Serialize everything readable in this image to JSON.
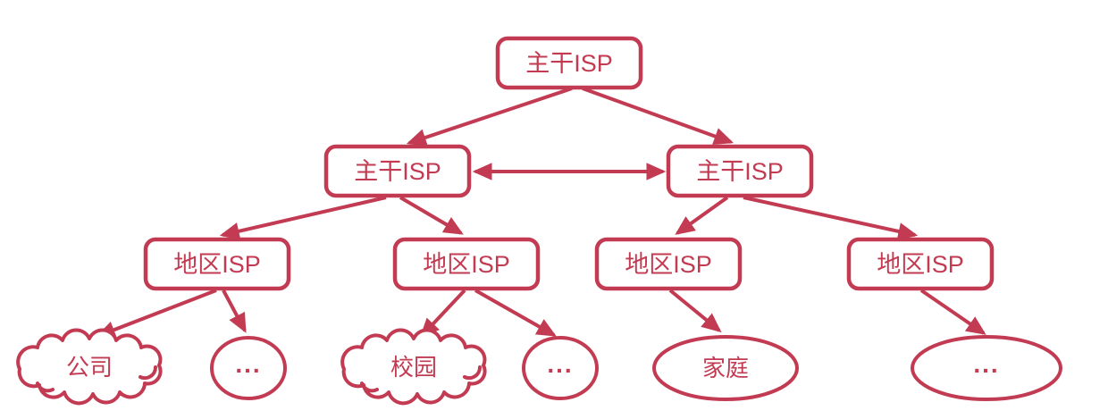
{
  "diagram": {
    "title": "ISP hierarchy diagram",
    "accent_color": "#c23b52",
    "background_color": "#ffffff",
    "nodes": {
      "backbone_top": "主干ISP",
      "backbone_left": "主干ISP",
      "backbone_right": "主干ISP",
      "regional_1": "地区ISP",
      "regional_2": "地区ISP",
      "regional_3": "地区ISP",
      "regional_4": "地区ISP",
      "leaf_company": "公司",
      "leaf_dots_1": "...",
      "leaf_campus": "校园",
      "leaf_dots_2": "...",
      "leaf_home": "家庭",
      "leaf_dots_3": "..."
    },
    "edges": [
      {
        "from": "backbone_top",
        "to": "backbone_left",
        "direction": "one-way"
      },
      {
        "from": "backbone_top",
        "to": "backbone_right",
        "direction": "one-way"
      },
      {
        "from": "backbone_left",
        "to": "backbone_right",
        "direction": "two-way"
      },
      {
        "from": "backbone_left",
        "to": "regional_1",
        "direction": "one-way"
      },
      {
        "from": "backbone_left",
        "to": "regional_2",
        "direction": "one-way"
      },
      {
        "from": "backbone_right",
        "to": "regional_3",
        "direction": "one-way"
      },
      {
        "from": "backbone_right",
        "to": "regional_4",
        "direction": "one-way"
      },
      {
        "from": "regional_1",
        "to": "leaf_company",
        "direction": "one-way"
      },
      {
        "from": "regional_1",
        "to": "leaf_dots_1",
        "direction": "one-way"
      },
      {
        "from": "regional_2",
        "to": "leaf_campus",
        "direction": "one-way"
      },
      {
        "from": "regional_2",
        "to": "leaf_dots_2",
        "direction": "one-way"
      },
      {
        "from": "regional_3",
        "to": "leaf_home",
        "direction": "one-way"
      },
      {
        "from": "regional_4",
        "to": "leaf_dots_3",
        "direction": "one-way"
      }
    ]
  }
}
